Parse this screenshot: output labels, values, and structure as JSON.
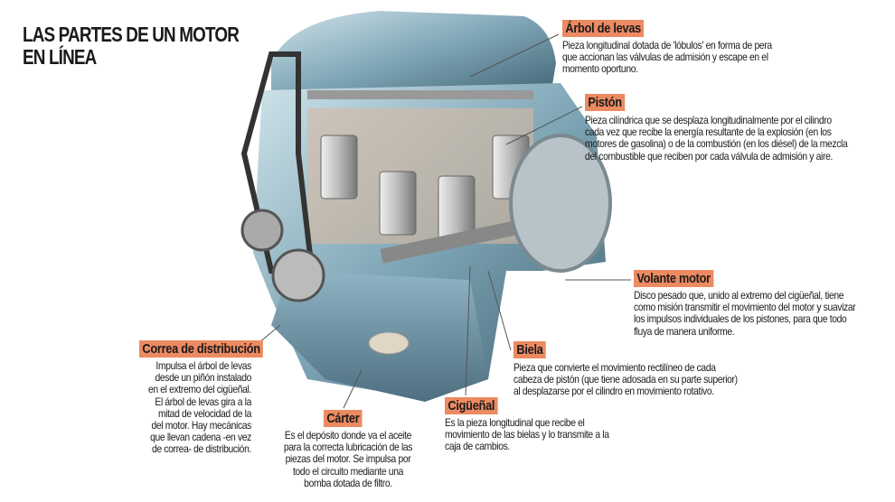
{
  "title": {
    "line1": "LAS PARTES DE UN MOTOR",
    "line2": "EN LÍNEA"
  },
  "accent_color": "#ec8a62",
  "parts": {
    "arbol": {
      "label": "Árbol de levas",
      "text": "Pieza longitudinal dotada de 'lóbulos' en forma de pera\nque accionan las válvulas de admisión y escape en el\nmomento oportuno."
    },
    "piston": {
      "label": "Pistón",
      "text": "Pieza cilíndrica que se desplaza longitudinalmente por el cilindro\ncada vez que recibe la energía resultante de la explosión (en los\nmotores de gasolina) o de la combustión (en los diésel) de la mezcla\ndel combustible que reciben por cada válvula de admisión y aire."
    },
    "volante": {
      "label": "Volante motor",
      "text": "Disco pesado que, unido al extremo del cigüeñal, tiene\ncomo misión transmitir el movimiento del motor y suavizar\nlos impulsos individuales de los pistones, para que todo\nfluya de manera uniforme."
    },
    "biela": {
      "label": "Biela",
      "text": "Pieza que convierte el movimiento rectilíneo de cada\ncabeza de pistón (que tiene adosada en su parte superior)\nal desplazarse por el cilindro en movimiento rotativo."
    },
    "ciguenal": {
      "label": "Cigüeñal",
      "text": "Es la pieza longitudinal que recibe el\nmovimiento de las bielas y lo transmite a la\ncaja de cambios."
    },
    "carter": {
      "label": "Cárter",
      "text": "Es el depósito donde va el aceite\npara la correcta lubricación de las\npiezas del motor. Se impulsa por\ntodo el circuito mediante una\nbomba dotada de filtro."
    },
    "correa": {
      "label": "Correa de distribución",
      "text": "Impulsa el árbol de levas\ndesde un piñón instalado\nen el extremo del cigüeñal.\nEl árbol de levas gira a la\nmitad de velocidad de la\ndel motor. Hay mecánicas\nque llevan cadena -en vez\nde correa- de distribución."
    }
  }
}
